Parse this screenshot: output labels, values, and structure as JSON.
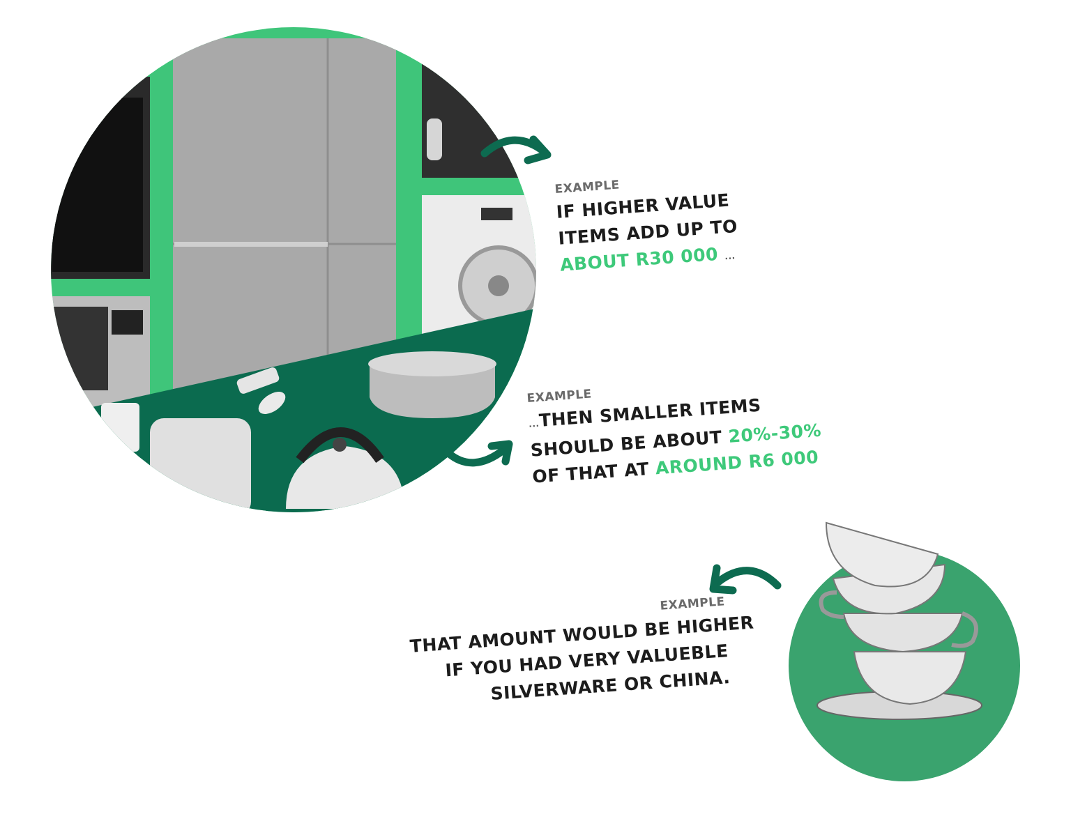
{
  "colors": {
    "light_green": "#3fc57a",
    "dark_green": "#0b6b4f",
    "highlight": "#3ec97a",
    "text": "#1c1c1c",
    "label": "#6a6a6a"
  },
  "illustrations": {
    "main_circle": {
      "icon": "kitchen-appliances-collage"
    },
    "small_circle": {
      "icon": "stacked-teacups"
    }
  },
  "example1": {
    "label": "EXAMPLE",
    "line1": "IF HIGHER VALUE",
    "line2": "ITEMS ADD UP TO",
    "highlight": "ABOUT R30 000",
    "ellipsis": "..."
  },
  "example2": {
    "label": "EXAMPLE",
    "prefix": "...",
    "line1": "THEN SMALLER ITEMS",
    "line2": "SHOULD BE ABOUT",
    "highlight1": "20%-30%",
    "line3": "OF THAT AT",
    "highlight2": "AROUND R6 000"
  },
  "example3": {
    "label": "EXAMPLE",
    "line1": "THAT AMOUNT WOULD BE HIGHER",
    "line2": "IF YOU HAD VERY VALUEBLE",
    "line3": "SILVERWARE OR CHINA."
  }
}
